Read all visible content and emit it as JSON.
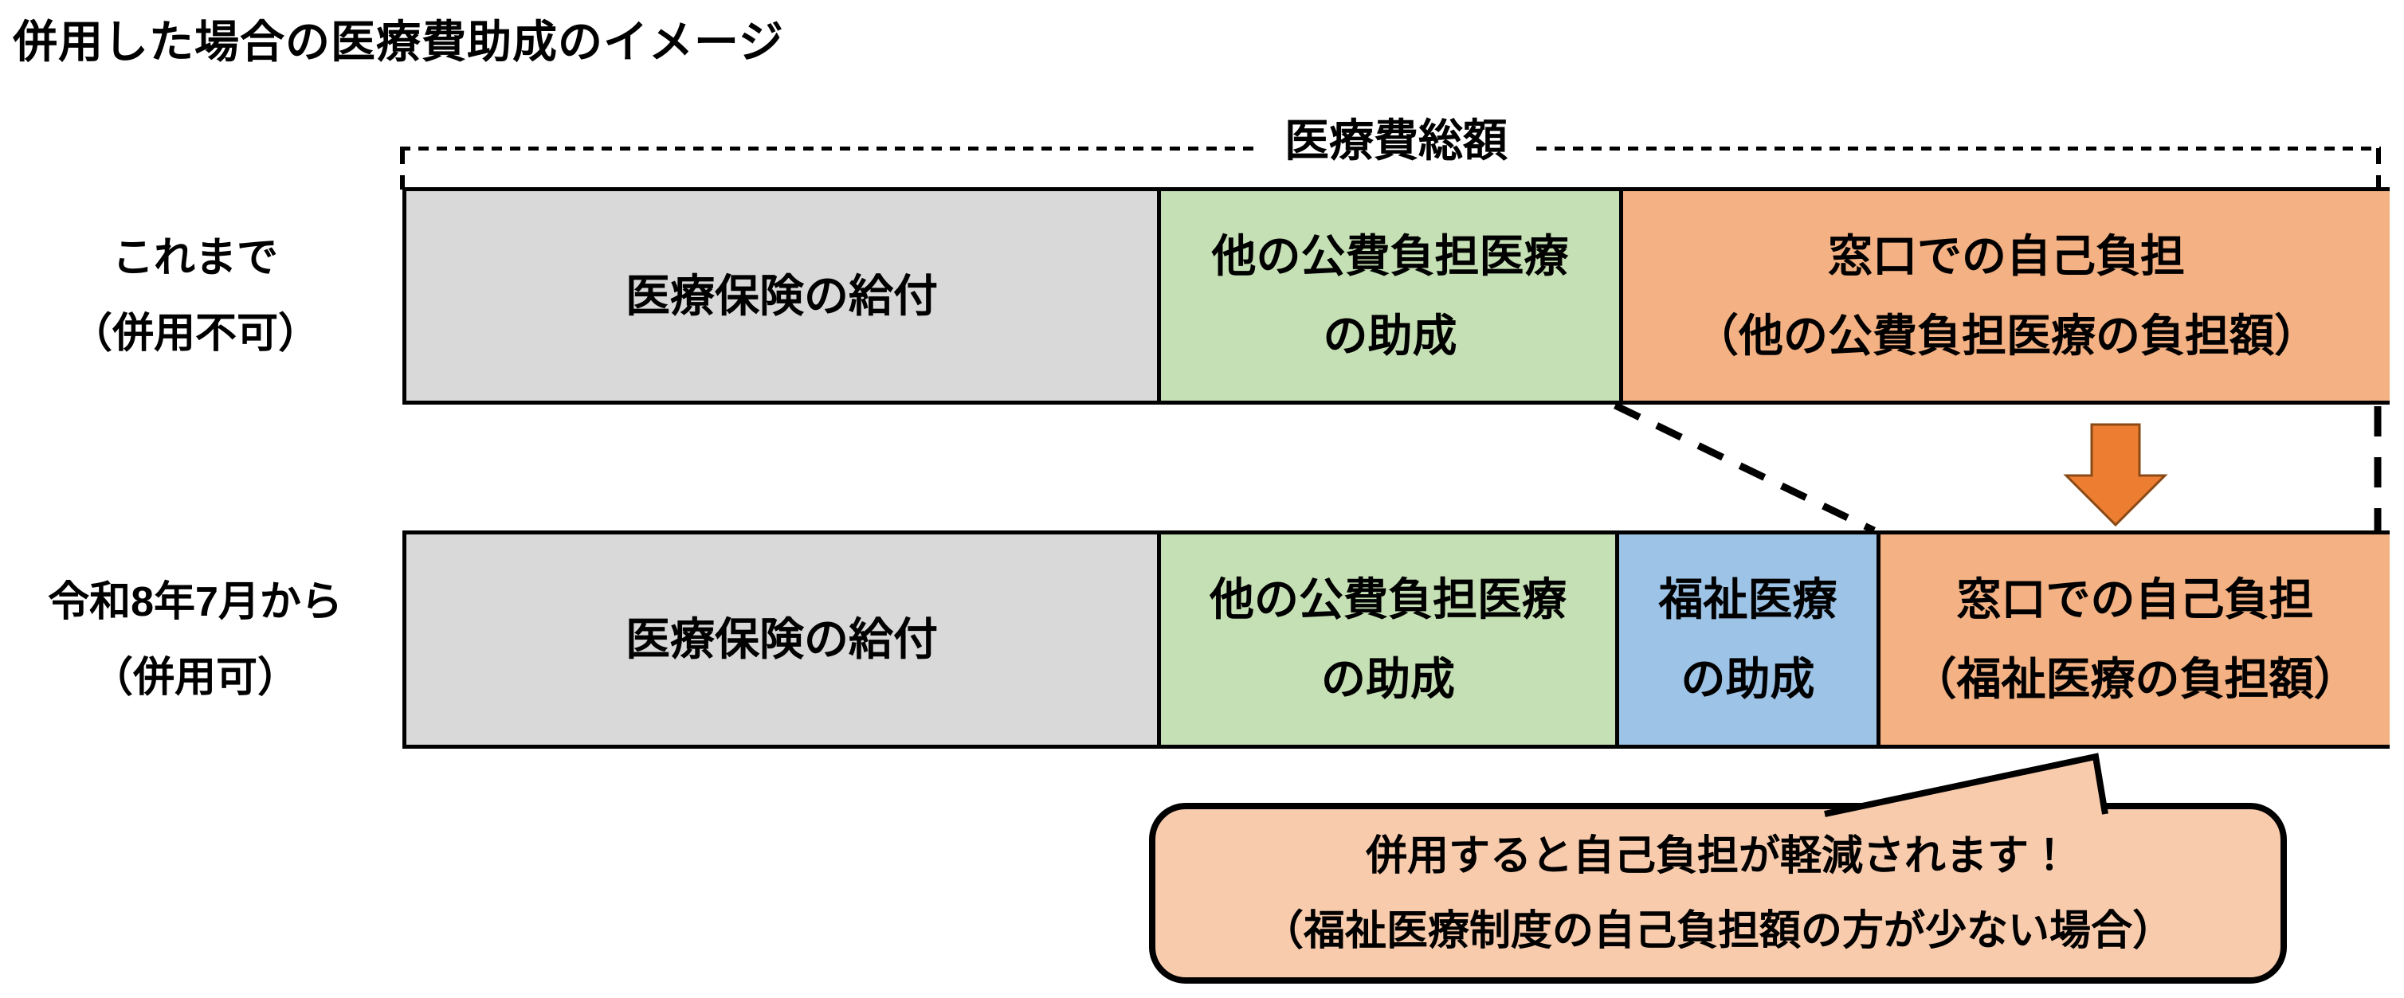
{
  "title": "併用した場合の医療費助成のイメージ",
  "bracket": {
    "label": "医療費総額"
  },
  "rows": [
    {
      "side_label": {
        "line1": "これまで",
        "line2": "（併用不可）"
      },
      "segments": [
        {
          "lines": [
            "医療保険の給付"
          ],
          "color": "#D9D9D9"
        },
        {
          "lines": [
            "他の公費負担医療",
            "の助成"
          ],
          "color": "#C5E0B4"
        },
        {
          "lines": [
            "窓口での自己負担",
            "（他の公費負担医療の負担額）"
          ],
          "color": "#F4B183"
        }
      ]
    },
    {
      "side_label": {
        "line1": "令和8年7月から",
        "line2": "（併用可）"
      },
      "segments": [
        {
          "lines": [
            "医療保険の給付"
          ],
          "color": "#D9D9D9"
        },
        {
          "lines": [
            "他の公費負担医療",
            "の助成"
          ],
          "color": "#C5E0B4"
        },
        {
          "lines": [
            "福祉医療",
            "の助成"
          ],
          "color": "#9DC3E6"
        },
        {
          "lines": [
            "窓口での自己負担",
            "（福祉医療の負担額）"
          ],
          "color": "#F4B183"
        }
      ]
    }
  ],
  "callout": {
    "line1": "併用すると自己負担が軽減されます！",
    "line2": "（福祉医療制度の自己負担額の方が少ない場合）",
    "fill": "#F8CBAD"
  },
  "colors": {
    "gray": "#D9D9D9",
    "green": "#C5E0B4",
    "blue": "#9DC3E6",
    "orange": "#F4B183",
    "arrow_fill": "#ED7D31",
    "arrow_stroke": "#8A4A16",
    "callout_fill": "#F8CBAD",
    "border": "#000000"
  }
}
